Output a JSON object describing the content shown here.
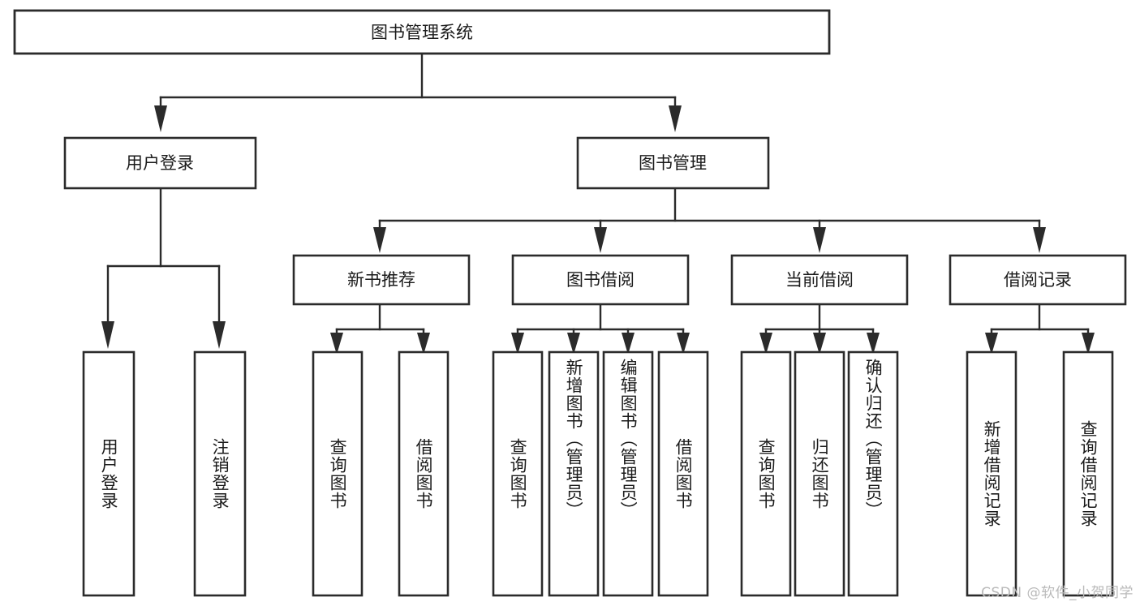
{
  "diagram": {
    "type": "tree-hierarchy",
    "title": "图书管理系统",
    "orientation": "top-down",
    "colors": {
      "box_stroke": "#2b2b2b",
      "box_fill": "#ffffff",
      "text": "#1b1b1b",
      "background": "#ffffff",
      "watermark": "#b9b9b9"
    },
    "root": {
      "id": "root",
      "label": "图书管理系统"
    },
    "level2": [
      {
        "id": "user-login",
        "label": "用户登录"
      },
      {
        "id": "book-management",
        "label": "图书管理"
      }
    ],
    "level3": [
      {
        "id": "new-book-recommend",
        "label": "新书推荐",
        "parent": "book-management"
      },
      {
        "id": "book-borrow",
        "label": "图书借阅",
        "parent": "book-management"
      },
      {
        "id": "current-borrow",
        "label": "当前借阅",
        "parent": "book-management"
      },
      {
        "id": "borrow-record",
        "label": "借阅记录",
        "parent": "book-management"
      }
    ],
    "leaves": [
      {
        "id": "leaf-user-login",
        "label": "用户登录",
        "parent": "user-login"
      },
      {
        "id": "leaf-logout-login",
        "label": "注销登录",
        "parent": "user-login"
      },
      {
        "id": "leaf-query-book-1",
        "label": "查询图书",
        "parent": "new-book-recommend"
      },
      {
        "id": "leaf-borrow-book-1",
        "label": "借阅图书",
        "parent": "new-book-recommend"
      },
      {
        "id": "leaf-query-book-2",
        "label": "查询图书",
        "parent": "book-borrow"
      },
      {
        "id": "leaf-add-book",
        "label": "新增图书（管理员）",
        "parent": "book-borrow"
      },
      {
        "id": "leaf-edit-book",
        "label": "编辑图书（管理员）",
        "parent": "book-borrow"
      },
      {
        "id": "leaf-borrow-book-2",
        "label": "借阅图书",
        "parent": "book-borrow"
      },
      {
        "id": "leaf-query-book-3",
        "label": "查询图书",
        "parent": "current-borrow"
      },
      {
        "id": "leaf-return-book",
        "label": "归还图书",
        "parent": "current-borrow"
      },
      {
        "id": "leaf-confirm-return",
        "label": "确认归还（管理员）",
        "parent": "current-borrow"
      },
      {
        "id": "leaf-add-record",
        "label": "新增借阅记录",
        "parent": "borrow-record"
      },
      {
        "id": "leaf-query-record",
        "label": "查询借阅记录",
        "parent": "borrow-record"
      }
    ]
  },
  "watermark": {
    "text": "CSDN @软件_小贺同学"
  }
}
